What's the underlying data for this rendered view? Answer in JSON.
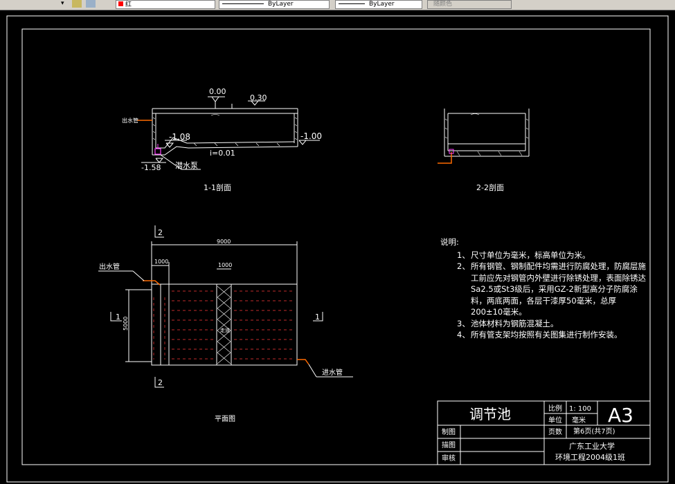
{
  "toolbar": {
    "color_value": "红",
    "linetype_value": "ByLayer",
    "lineweight_value": "ByLayer",
    "plotstyle_value": "随颜色",
    "layer_icon": "layer-state-icon",
    "color_swatch": "#ff0000"
  },
  "drawing": {
    "section11": {
      "label": "1-1剖面",
      "elev_top": "0.00",
      "elev_water": "0.30",
      "elev_left_bottom": "-1.08",
      "elev_right_bottom": "-1.00",
      "elev_sump": "-1.58",
      "slope": "i=0.01",
      "outlet_label": "出水管",
      "pump_label": "潜水泵"
    },
    "section22": {
      "label": "2-2剖面"
    },
    "plan": {
      "label": "平面图",
      "dim_length": "9000",
      "dim_left": "1000",
      "dim_mid": "1000",
      "dim_width": "5000",
      "outlet_label": "出水管",
      "inlet_label": "进水管",
      "mark_2_top": "2",
      "mark_2_bottom": "2",
      "mark_1_left": "1",
      "mark_1_right": "1",
      "corridor_text": "走道"
    },
    "notes": {
      "title": "说明:",
      "items": [
        {
          "num": "1、",
          "text": "尺寸单位为毫米，标高单位为米。"
        },
        {
          "num": "2、",
          "text": "所有钢管、钢制配件均需进行防腐处理，防腐层施工前应先对钢管内外壁进行除锈处理，表面除锈达Sa2.5或St3级后，采用GZ-2新型高分子防腐涂料，两底两面，各层干漆厚50毫米，总厚200±10毫米。"
        },
        {
          "num": "3、",
          "text": "池体材料为钢筋混凝土。"
        },
        {
          "num": "4、",
          "text": "所有管支架均按照有关图集进行制作安装。"
        }
      ]
    },
    "title_block": {
      "name": "调节池",
      "scale_label": "比例",
      "scale_value": "1: 100",
      "unit_label": "单位",
      "unit_value": "毫米",
      "sheet_size": "A3",
      "drawn_label": "制图",
      "page_label": "页数",
      "page_value": "第6页(共7页)",
      "traced_label": "描图",
      "school": "广东工业大学",
      "class": "环境工程2004级1班",
      "check_label": "审核"
    }
  }
}
